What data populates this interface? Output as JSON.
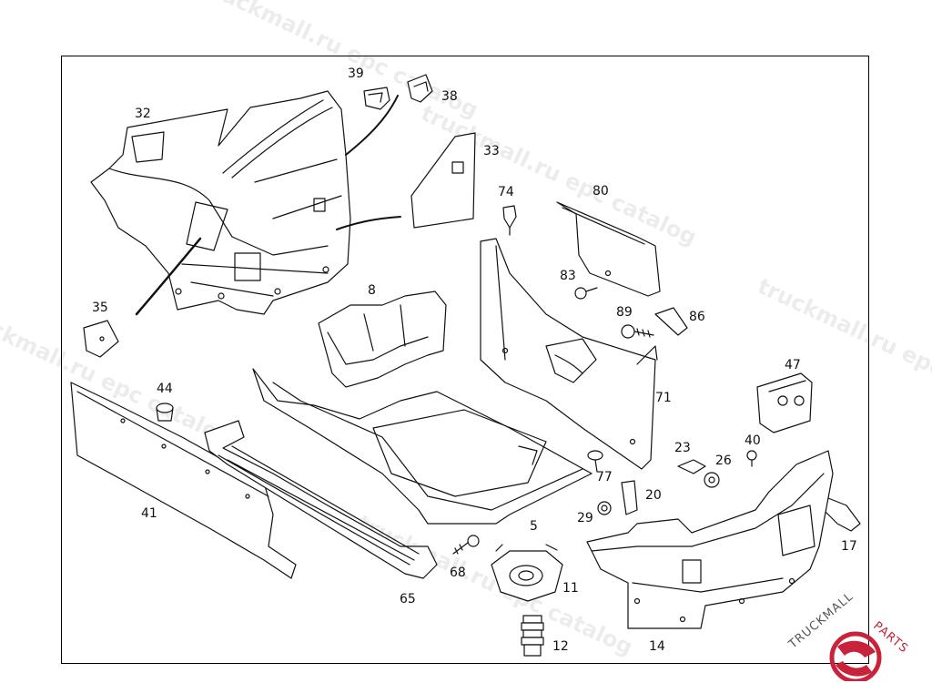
{
  "watermark": {
    "text_a": "truckmall.ru epc catalog",
    "text_b": "truckmall.ru epc catalog",
    "text_c": "truckmall.ru epc catalog",
    "text_d": "truckmall.ru epc catalog",
    "text_e": "truckmall.ru epc catalog"
  },
  "brand": {
    "word_1": "TRUCKMALL",
    "word_2": "PARTS",
    "accent_color": "#c8233a"
  },
  "callouts": {
    "p39": "39",
    "p38": "38",
    "p32": "32",
    "p33": "33",
    "p74": "74",
    "p80": "80",
    "p83": "83",
    "p8": "8",
    "p35": "35",
    "p89": "89",
    "p86": "86",
    "p44": "44",
    "p47": "47",
    "p71": "71",
    "p23": "23",
    "p40": "40",
    "p26": "26",
    "p77": "77",
    "p20": "20",
    "p41": "41",
    "p29": "29",
    "p5": "5",
    "p17": "17",
    "p68": "68",
    "p11": "11",
    "p65": "65",
    "p12": "12",
    "p14": "14"
  }
}
